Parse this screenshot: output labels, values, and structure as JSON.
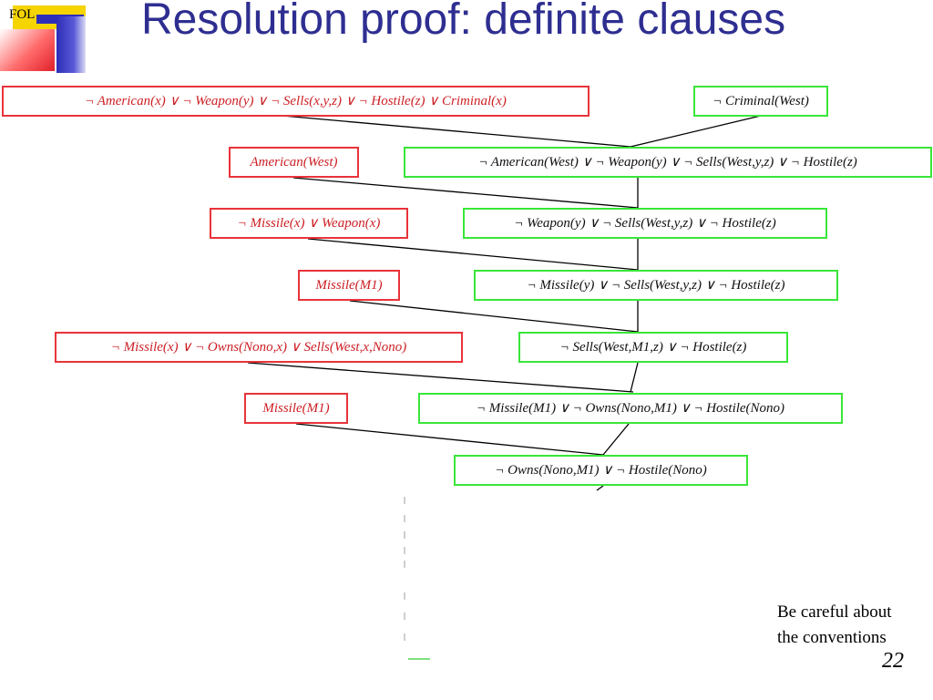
{
  "slide": {
    "logo_text": "FOL",
    "title": "Resolution proof: definite clauses",
    "note_line1": "Be careful about",
    "note_line2": "the conventions",
    "page_number": "22"
  },
  "colors": {
    "title": "#2e2e91",
    "kb_clause": "#e8333a",
    "resolvent_clause": "#39e639"
  },
  "diagram": {
    "kb_clauses": [
      "¬ American(x)   ∨ ¬  Weapon(y)   ∨ ¬ Sells(x,y,z)    ∨ ¬  Hostile(z)    ∨  Criminal(x)",
      "American(West)",
      "¬ Missile(x)    ∨  Weapon(x)",
      "Missile(M1)",
      "¬ Missile(x)    ∨ ¬  Owns(Nono,x)    ∨  Sells(West,x,Nono)",
      "Missile(M1)"
    ],
    "resolvents": [
      "¬ Criminal(West)",
      "¬ American(West)    ∨ ¬  Weapon(y)    ∨ ¬ Sells(West,y,z)     ∨ ¬  Hostile(z)",
      "¬  Weapon(y)    ∨ ¬ Sells(West,y,z)     ∨ ¬  Hostile(z)",
      "¬  Missile(y)    ∨ ¬ Sells(West,y,z)     ∨ ¬  Hostile(z)",
      "¬ Sells(West,M1,z)     ∨ ¬  Hostile(z)",
      "¬ Missile(M1)    ∨ ¬  Owns(Nono,M1)    ∨ ¬  Hostile(Nono)",
      "¬  Owns(Nono,M1)    ∨ ¬  Hostile(Nono)"
    ]
  }
}
